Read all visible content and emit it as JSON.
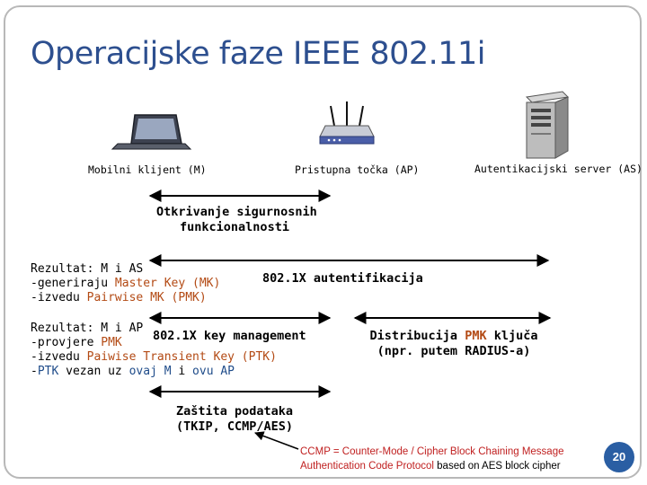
{
  "title": "Operacijske faze IEEE 802.11i",
  "entities": {
    "client": "Mobilni klijent (M)",
    "ap": "Pristupna točka (AP)",
    "server": "Autentikacijski server (AS)"
  },
  "icons": {
    "client": "laptop-icon",
    "ap": "access-point-icon",
    "server": "server-tower-icon"
  },
  "phases": {
    "discovery": {
      "line1": "Otkrivanje sigurnosnih",
      "line2": "funkcionalnosti"
    },
    "auth": {
      "label": "802.1X autentifikacija",
      "result": "Rezultat: M i AS",
      "line2_a": "-generiraju ",
      "line2_b": "Master Key (MK)",
      "line3_a": "-izvedu ",
      "line3_b": "Pairwise MK (PMK)"
    },
    "keymgmt": {
      "label": "802.1X key management",
      "result": "Rezultat: M i AP",
      "line2_a": "-provjere ",
      "line2_b": "PMK",
      "line3_a": "-izvedu ",
      "line3_b": "Paiwise Transient Key (PTK)",
      "line4_a": "-",
      "line4_b": "PTK",
      "line4_c": " vezan uz ",
      "line4_d": "ovaj M",
      "line4_e": " i ",
      "line4_f": "ovu AP"
    },
    "distribution": {
      "line1_a": "Distribucija ",
      "line1_b": "PMK",
      "line1_c": " ključa",
      "line2": "(npr. putem RADIUS-a)"
    },
    "protection": {
      "line1": "Zaštita podataka",
      "line2": "(TKIP, CCMP/AES)"
    }
  },
  "note": {
    "line1": "CCMP  = Counter-Mode / Cipher Block Chaining Message",
    "line2_a": "Authentication Code Protocol",
    "line2_b": " based on AES block cipher"
  },
  "page_number": "20",
  "colors": {
    "title": "#2d4f8f",
    "highlight": "#b34a14",
    "blue_text": "#1f4c8a",
    "note": "#c02020",
    "badge": "#2a5ea3"
  }
}
